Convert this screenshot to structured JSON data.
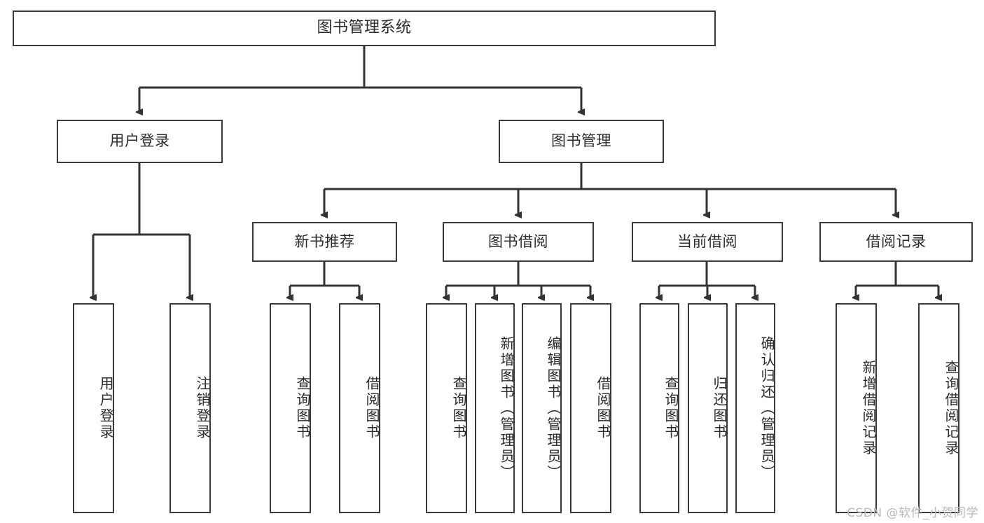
{
  "diagram": {
    "title": "图书管理系统",
    "type": "tree",
    "watermark": "CSDN @软件_小贺同学",
    "colors": {
      "box_border": "#3a3a3a",
      "box_fill": "#ffffff",
      "connector": "#333333",
      "text": "#2b2b2b",
      "watermark": "#b9b9b9"
    },
    "root": {
      "label": "图书管理系统"
    },
    "level1": [
      {
        "label": "用户登录"
      },
      {
        "label": "图书管理"
      }
    ],
    "level2": [
      {
        "label": "新书推荐"
      },
      {
        "label": "图书借阅"
      },
      {
        "label": "当前借阅"
      },
      {
        "label": "借阅记录"
      }
    ],
    "leaves": {
      "user_login": [
        {
          "label": "用户登录"
        },
        {
          "label": "注销登录"
        }
      ],
      "new_book_recommend": [
        {
          "label": "查询图书"
        },
        {
          "label": "借阅图书"
        }
      ],
      "book_borrow": [
        {
          "label": "查询图书"
        },
        {
          "label": "新增图书（管理员）"
        },
        {
          "label": "编辑图书（管理员）"
        },
        {
          "label": "借阅图书"
        }
      ],
      "current_borrow": [
        {
          "label": "查询图书"
        },
        {
          "label": "归还图书"
        },
        {
          "label": "确认归还（管理员）"
        }
      ],
      "borrow_record": [
        {
          "label": "新增借阅记录"
        },
        {
          "label": "查询借阅记录"
        }
      ]
    }
  }
}
